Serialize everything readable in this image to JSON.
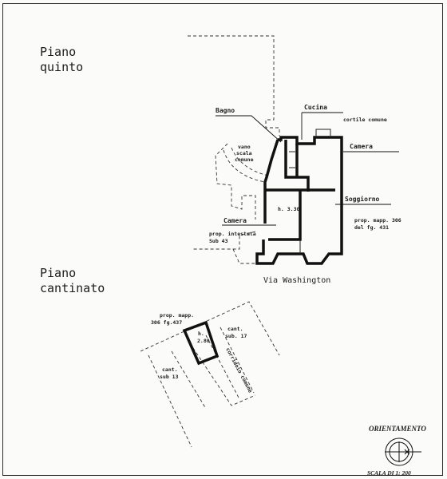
{
  "floors": {
    "upper": {
      "line1": "Piano",
      "line2": "quinto"
    },
    "basement": {
      "line1": "Piano",
      "line2": "cantinato"
    }
  },
  "rooms": {
    "bagno": "Bagno",
    "cucina": "Cucina",
    "cortile": "cortile comune",
    "camera_right": "Camera",
    "soggiorno": "Soggiorno",
    "camera_left": "Camera",
    "height_upper": "h. 3.30",
    "stair_l1": "vano",
    "stair_l2": "scala",
    "stair_l3": "comune",
    "prop_left_l1": "prop. intestata",
    "prop_left_l2": "Sub 43",
    "prop_right_l1": "prop. mapp. 306",
    "prop_right_l2": "del fg. 431"
  },
  "street": "Via Washington",
  "cellar": {
    "prop_l1": "prop. mapp.",
    "prop_l2": "306 fg.437",
    "height_l1": "h.",
    "height_l2": "2.80",
    "cant17_l1": "cant.",
    "cant17_l2": "sub. 17",
    "cant13_l1": "cant.",
    "cant13_l2": "sub 13",
    "corridor": "corridoio comune"
  },
  "legend": {
    "orientation": "ORIENTAMENTO",
    "scale": "SCALA DI 1: 200"
  }
}
